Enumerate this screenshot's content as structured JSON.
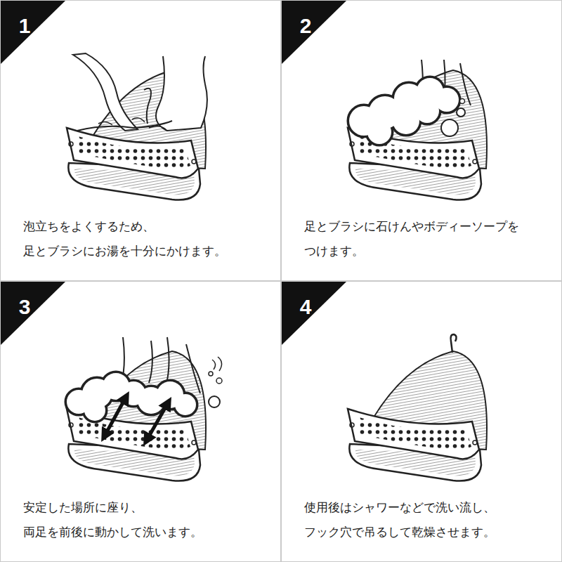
{
  "diagram": {
    "nodes": [
      {
        "text": [
          "泡立ちをよくするため、 足とブラシにお湯を十分にかけます。"
        ]
      },
      {
        "text": [
          "1"
        ],
        "in": 0
      },
      {
        "text": [
          "足とブラシに石けんやボディーソープを つけます。"
        ]
      },
      {
        "text": [
          "2"
        ],
        "in": 2
      },
      {
        "text": [
          "安定した場所に座り、 両足を前後に動かして洗います。"
        ]
      },
      {
        "text": [
          "3"
        ],
        "in": 4
      },
      {
        "text": [
          "使用後はシャワーなどで洗い流し、 フック穴で吊るして乾燥させます。"
        ]
      },
      {
        "text": [
          "4"
        ],
        "in": 6
      }
    ]
  }
}
